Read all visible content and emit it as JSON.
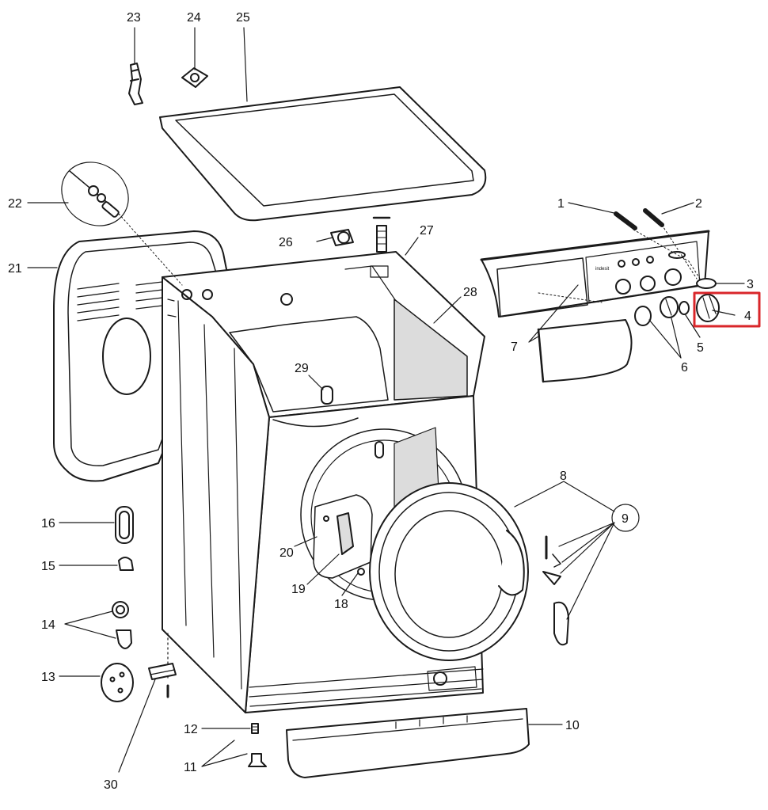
{
  "diagram": {
    "callouts": {
      "c1": "1",
      "c2": "2",
      "c3": "3",
      "c4": "4",
      "c5": "5",
      "c6": "6",
      "c7": "7",
      "c8": "8",
      "c9": "9",
      "c10": "10",
      "c11": "11",
      "c12": "12",
      "c13": "13",
      "c14": "14",
      "c15": "15",
      "c16": "16",
      "c18": "18",
      "c19": "19",
      "c20": "20",
      "c21": "21",
      "c22": "22",
      "c23": "23",
      "c24": "24",
      "c25": "25",
      "c26": "26",
      "c27": "27",
      "c28": "28",
      "c29": "29",
      "c30": "30"
    },
    "brand_text": "indesit",
    "highlight_color": "#d9262a",
    "highlighted_part": "4"
  }
}
